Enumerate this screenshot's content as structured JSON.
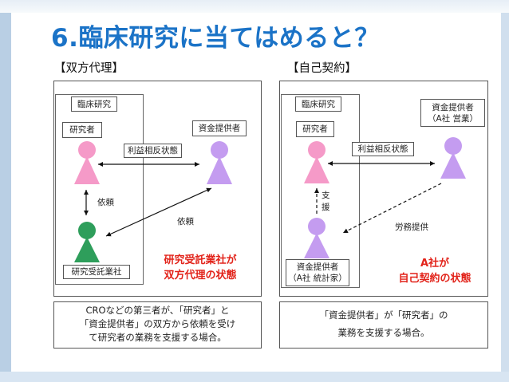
{
  "title": "6.臨床研究に当てはめると？",
  "left": {
    "section_title": "【双方代理】",
    "clinical_group_label": "臨床研究",
    "researcher_label": "研究者",
    "funder_label": "資金提供者",
    "cro_label": "研究受託業社",
    "conflict_label": "利益相反状態",
    "request_label_vertical": "依頼",
    "request_label_diagonal": "依頼",
    "emphasis": [
      "研究受託業社が",
      "双方代理の状態"
    ],
    "description": [
      "CROなどの第三者が、「研究者」と",
      "「資金提供者」の双方から依頼を受け",
      "て研究者の業務を支援する場合。"
    ]
  },
  "right": {
    "section_title": "【自己契約】",
    "clinical_group_label": "臨床研究",
    "researcher_label": "研究者",
    "funder_a_label": [
      "資金提供者",
      "（A社 営業）"
    ],
    "funder_b_label": [
      "資金提供者",
      "（A社 統計家）"
    ],
    "conflict_label": "利益相反状態",
    "support_label": [
      "支",
      "援"
    ],
    "labor_label": "労務提供",
    "emphasis": [
      "A社が",
      "自己契約の状態"
    ],
    "description": [
      "「資金提供者」が「研究者」の",
      "業務を支援する場合。"
    ]
  },
  "colors": {
    "title": "#1b73c7",
    "researcher": "#f59ac8",
    "funder": "#c49cf0",
    "cro": "#2e9e5b",
    "emphasis": "#e2231a",
    "background_bar": "#b9cfe4"
  },
  "icons": [
    "person-icon"
  ]
}
